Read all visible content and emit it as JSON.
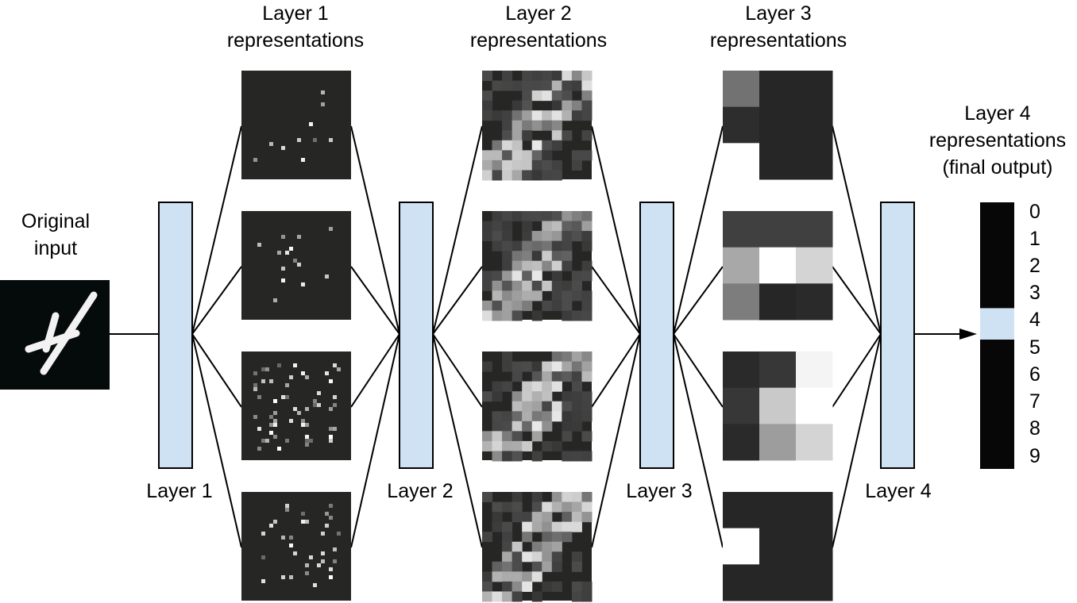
{
  "labels": {
    "original_input": [
      "Original",
      "input"
    ],
    "layer1_rep": [
      "Layer 1",
      "representations"
    ],
    "layer2_rep": [
      "Layer 2",
      "representations"
    ],
    "layer3_rep": [
      "Layer 3",
      "representations"
    ],
    "layer4_rep": [
      "Layer 4",
      "representations",
      "(final output)"
    ],
    "layers": [
      "Layer 1",
      "Layer 2",
      "Layer 3",
      "Layer 4"
    ]
  },
  "output_digits": [
    "0",
    "1",
    "2",
    "3",
    "4",
    "5",
    "6",
    "7",
    "8",
    "9"
  ],
  "predicted_digit": "4",
  "colors": {
    "layer_fill": "#cfe2f3",
    "panel_bg": "#262624",
    "output_bg": "#070707",
    "input_bg": "#050a0a",
    "line": "#000000"
  }
}
